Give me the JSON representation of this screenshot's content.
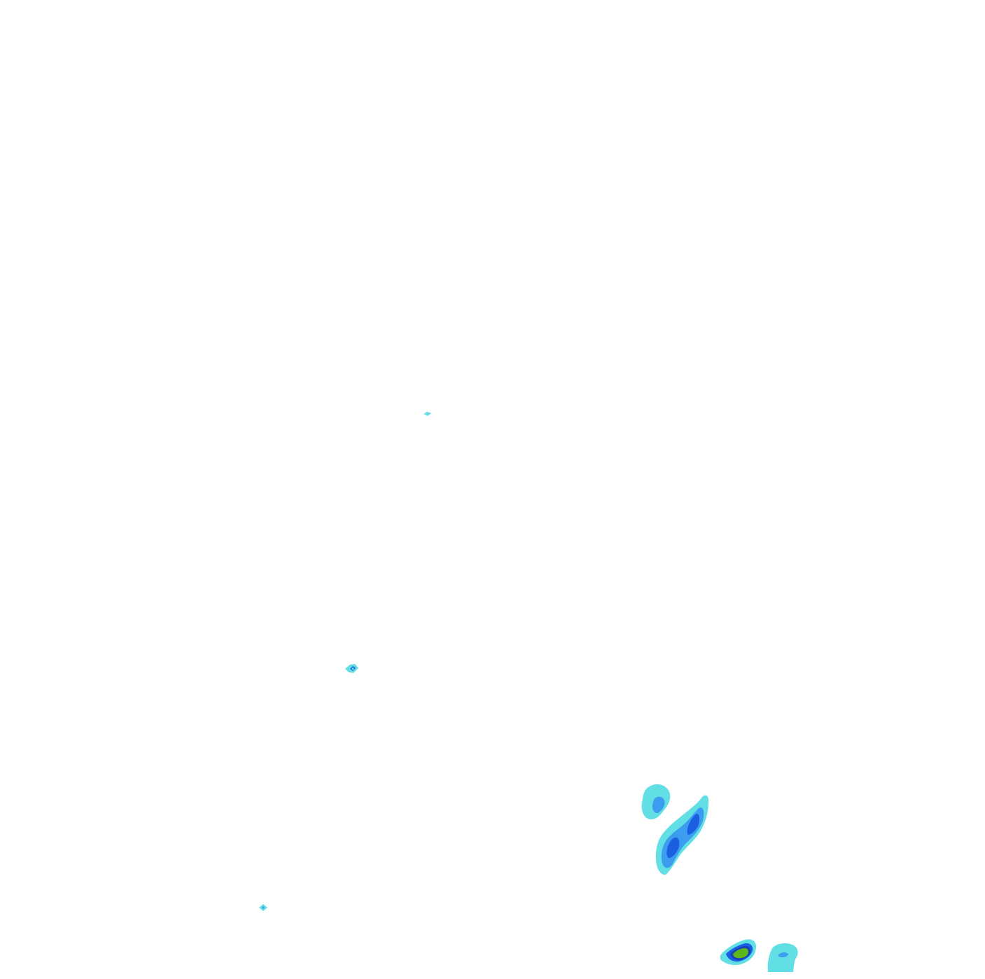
{
  "map": {
    "background_color": "#ffffff",
    "contour_levels": [
      {
        "level": 1,
        "color": "#62dfe4"
      },
      {
        "level": 2,
        "color": "#3b9cf0"
      },
      {
        "level": 3,
        "color": "#1a5fe0"
      },
      {
        "level": 4,
        "color": "#1a3fb8"
      },
      {
        "level": 5,
        "color": "#5cb81a"
      }
    ]
  }
}
